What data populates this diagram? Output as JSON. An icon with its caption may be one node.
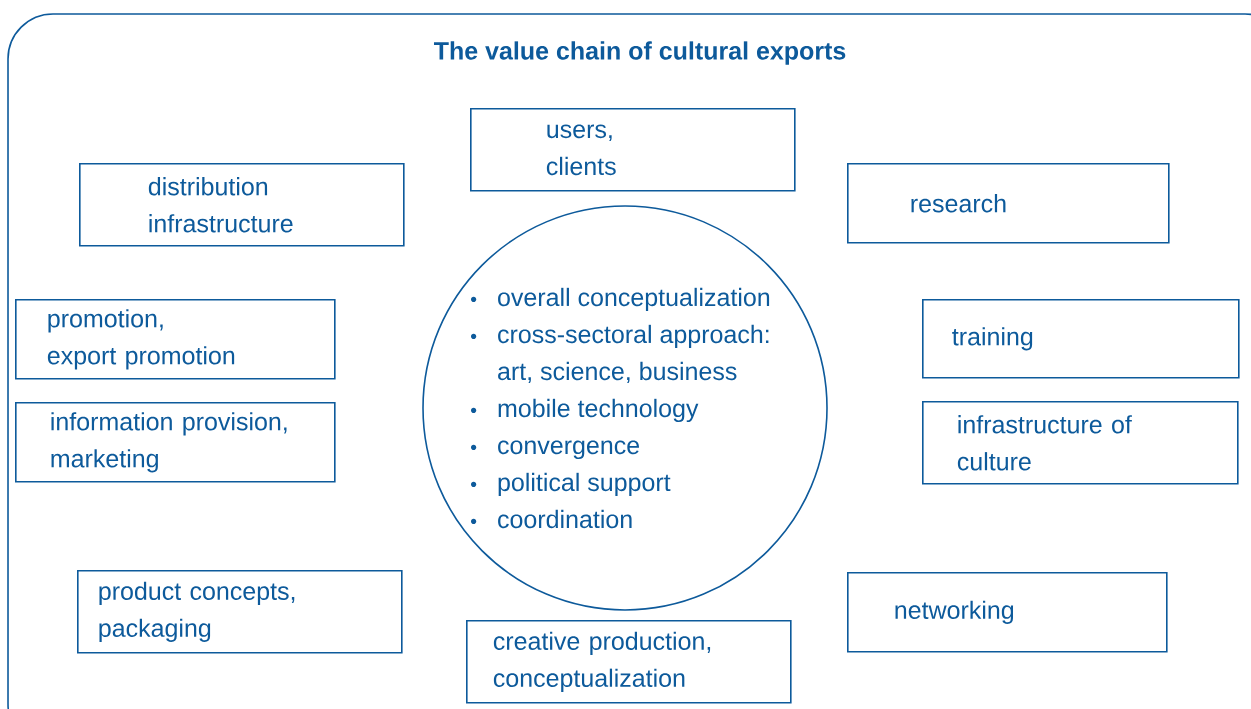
{
  "diagram": {
    "title": "The value chain of cultural exports",
    "nodes": [
      {
        "text": [
          "users, clients"
        ]
      },
      {
        "text": [
          "distribution infrastructure"
        ]
      },
      {
        "text": [
          "research"
        ]
      },
      {
        "text": [
          "promotion, export promotion"
        ]
      },
      {
        "text": [
          "training"
        ]
      },
      {
        "text": [
          "overall conceptualization",
          "cross-sectoral approach: art, science, business",
          "mobile technology",
          "convergence",
          "political support",
          "coordination"
        ]
      },
      {
        "text": [
          "information provision, marketing"
        ]
      },
      {
        "text": [
          "infrastructure of culture"
        ]
      },
      {
        "text": [
          "product concepts, packaging"
        ]
      },
      {
        "text": [
          "networking"
        ]
      },
      {
        "text": [
          "creative production, conceptualization"
        ]
      }
    ]
  }
}
